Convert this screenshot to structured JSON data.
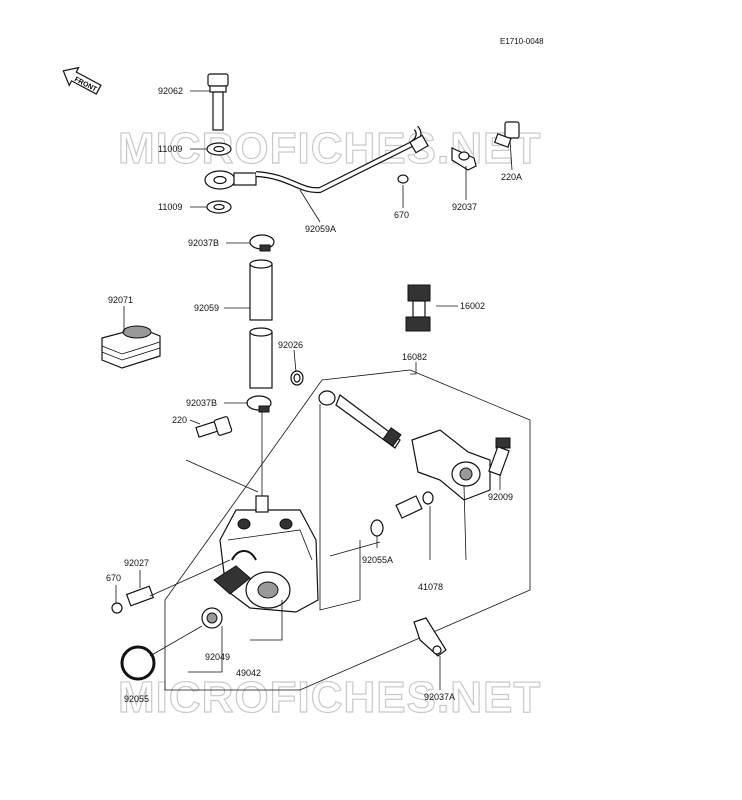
{
  "drawing_code": "E1710-0048",
  "front_label": "FRONT",
  "watermark": "MICROFICHES.NET",
  "labels": {
    "p92062": "92062",
    "p11009a": "11009",
    "p11009b": "11009",
    "p92059A": "92059A",
    "p670a": "670",
    "p92037": "92037",
    "p220A": "220A",
    "p92037B_top": "92037B",
    "p92059": "92059",
    "p92071": "92071",
    "p92026": "92026",
    "p92037B_bot": "92037B",
    "p16002": "16002",
    "p16082": "16082",
    "p220": "220",
    "p92009": "92009",
    "p92027": "92027",
    "p670b": "670",
    "p92055A": "92055A",
    "p41078": "41078",
    "p92049": "92049",
    "p49042": "49042",
    "p92055": "92055",
    "p92037A": "92037A"
  }
}
